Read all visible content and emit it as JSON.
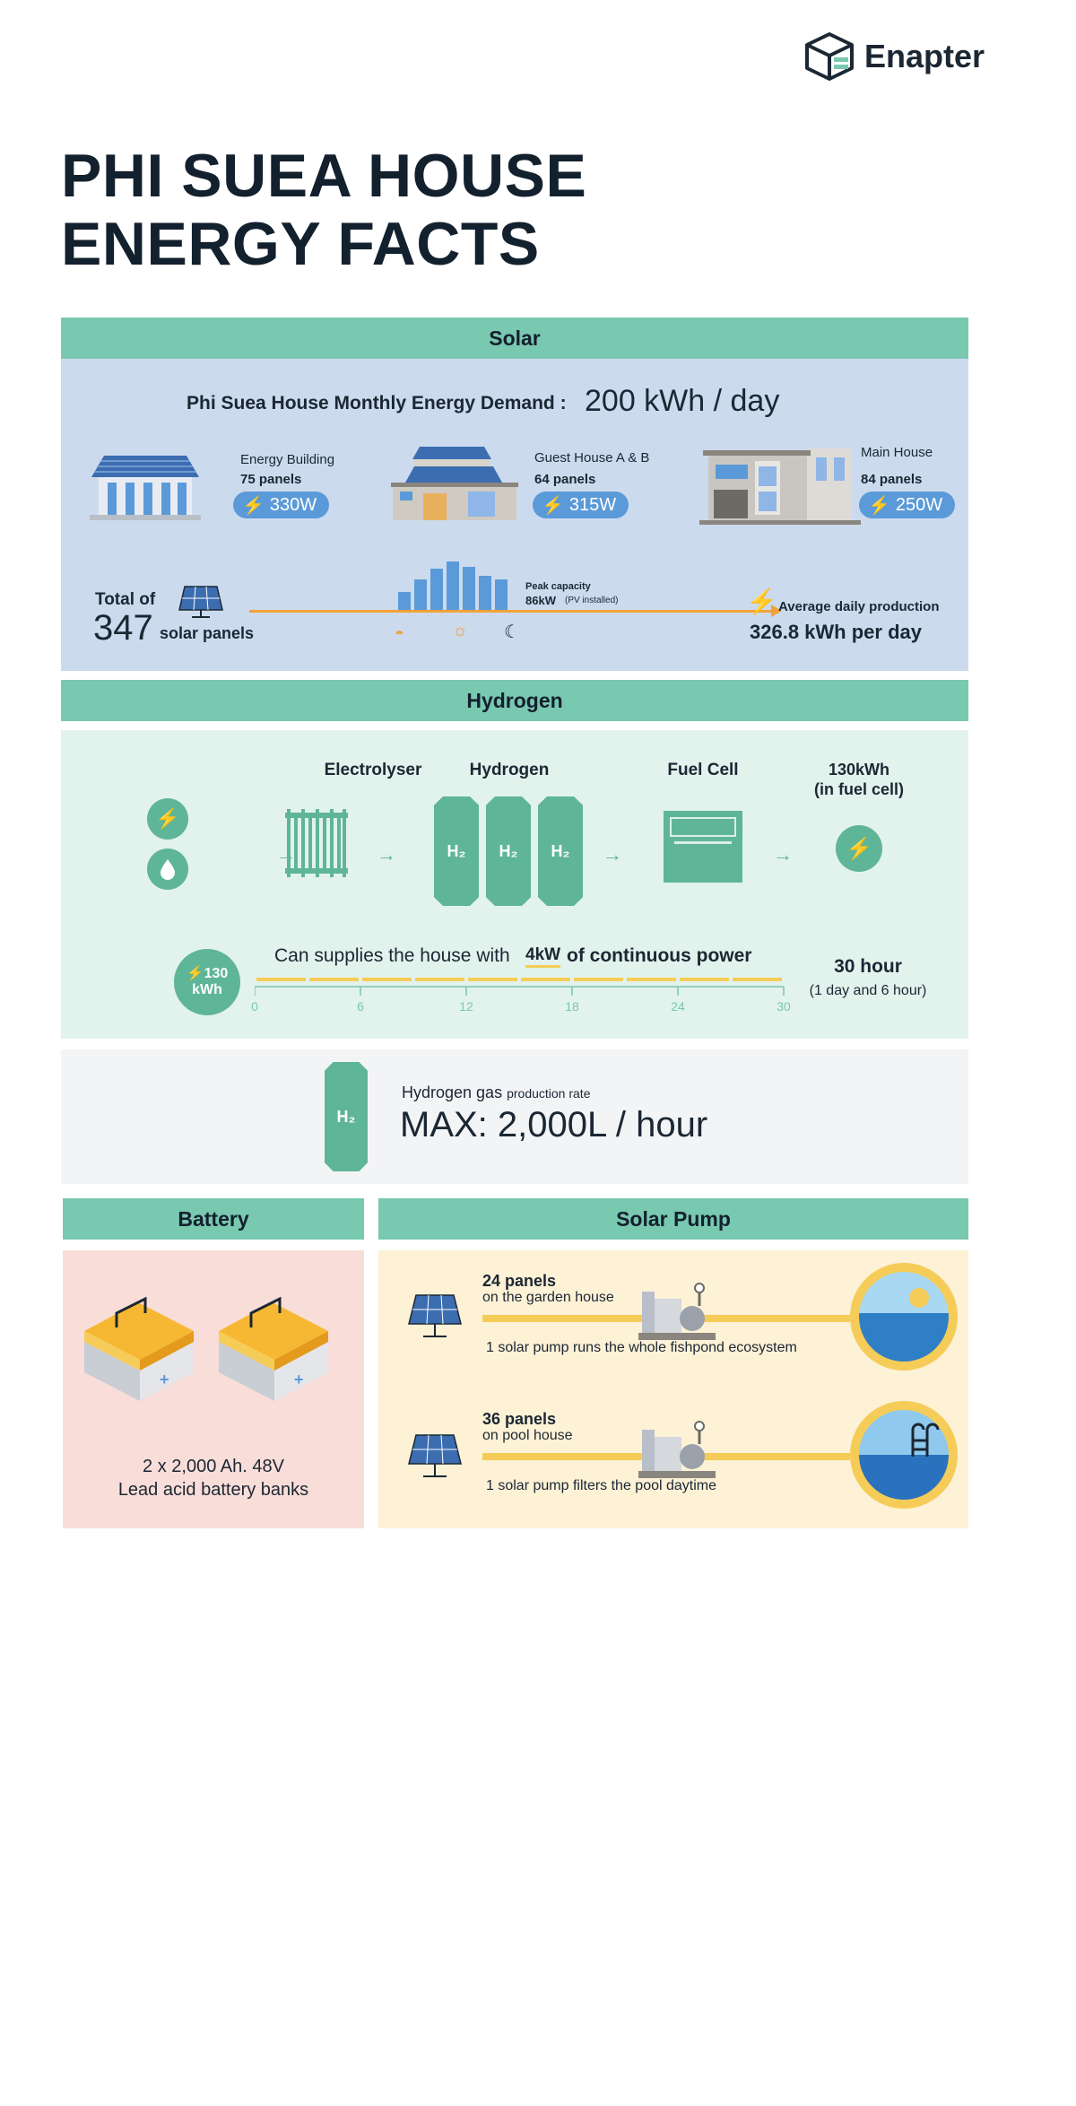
{
  "brand": {
    "name": "Enapter",
    "icon": "enapter-logo-icon"
  },
  "title": {
    "line1": "PHI SUEA HOUSE",
    "line2": "ENERGY FACTS"
  },
  "colors": {
    "band": "#79c8b0",
    "solar_bg": "#ccdaee",
    "hydrogen_bg": "#e2f2ec",
    "battery_bg": "#f9ddd8",
    "pump_bg": "#fdf1d6",
    "accent_orange": "#f2a23a",
    "accent_yellow": "#f6cc58",
    "green": "#5fb597",
    "blue": "#5b9ad8"
  },
  "solar": {
    "heading": "Solar",
    "demand_label": "Phi Suea House Monthly Energy Demand :",
    "demand_value": "200 kWh / day",
    "buildings": [
      {
        "name": "Energy Building",
        "panels": "75 panels",
        "power": "330W"
      },
      {
        "name": "Guest House A & B",
        "panels": "64 panels",
        "power": "315W"
      },
      {
        "name": "Main House",
        "panels": "84 panels",
        "power": "250W"
      }
    ],
    "total_label": "Total of",
    "total_value": "347",
    "total_unit": "solar panels",
    "peak_label": "Peak capacity",
    "peak_value": "86kW",
    "peak_note": "(PV installed)",
    "daily_label": "Average daily production",
    "daily_value": "326.8 kWh per day"
  },
  "hydrogen": {
    "heading": "Hydrogen",
    "steps": [
      "Electrolyser",
      "Hydrogen",
      "Fuel Cell"
    ],
    "output_line1": "130kWh",
    "output_line2": "(in fuel cell)",
    "tank_label": "H₂",
    "badge_value": "130",
    "badge_unit": "kWh",
    "supply_prefix": "Can supplies the house with",
    "supply_value": "4kW",
    "supply_suffix": "of continuous power",
    "ticks": [
      "0",
      "6",
      "12",
      "18",
      "24",
      "30"
    ],
    "duration": "30 hour",
    "duration_note": "(1 day and 6 hour)"
  },
  "rate": {
    "label_main": "Hydrogen gas",
    "label_small": "production rate",
    "value": "MAX: 2,000L / hour"
  },
  "battery": {
    "heading": "Battery",
    "line1": "2 x 2,000 Ah. 48V",
    "line2": "Lead acid battery banks"
  },
  "pump": {
    "heading": "Solar Pump",
    "rows": [
      {
        "panels": "24 panels",
        "location": "on the garden house",
        "desc": "1 solar pump runs the whole fishpond ecosystem"
      },
      {
        "panels": "36 panels",
        "location": "on pool house",
        "desc": "1 solar pump filters the pool daytime"
      }
    ]
  }
}
